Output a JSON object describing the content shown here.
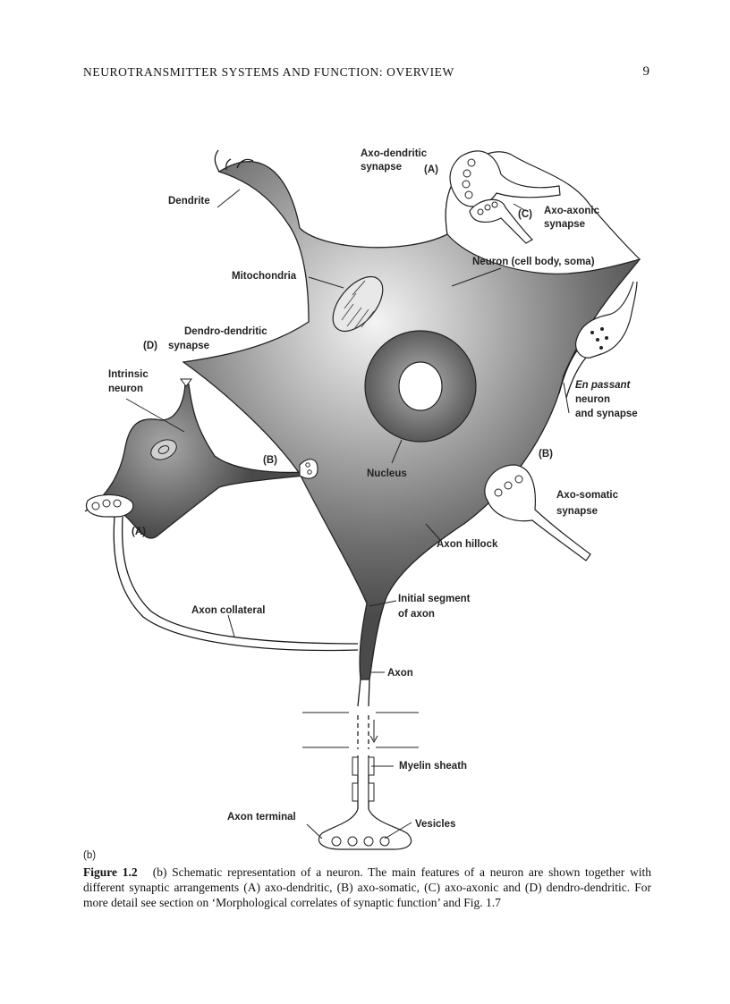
{
  "header": {
    "running_title": "NEUROTRANSMITTER SYSTEMS AND FUNCTION: OVERVIEW",
    "page_number": "9"
  },
  "figure": {
    "panel_label": "(b)",
    "labels": {
      "axo_dendritic_1": "Axo-dendritic",
      "axo_dendritic_2": "synapse",
      "marker_a_top": "(A)",
      "dendrite": "Dendrite",
      "marker_c": "(C)",
      "axo_axonic_1": "Axo-axonic",
      "axo_axonic_2": "synapse",
      "neuron_body": "Neuron (cell body, soma)",
      "mitochondria": "Mitochondria",
      "dendro_dendritic_1": "Dendro-dendritic",
      "marker_d": "(D)",
      "dendro_dendritic_2": "synapse",
      "intrinsic_1": "Intrinsic",
      "intrinsic_2": "neuron",
      "en_passant_1": "En passant",
      "en_passant_2": "neuron",
      "en_passant_3": "and synapse",
      "marker_b_left": "(B)",
      "marker_b_right": "(B)",
      "nucleus": "Nucleus",
      "axo_somatic_1": "Axo-somatic",
      "axo_somatic_2": "synapse",
      "marker_a_left": "(A)",
      "axon_hillock": "Axon hillock",
      "initial_segment_1": "Initial segment",
      "initial_segment_2": "of axon",
      "axon_collateral": "Axon collateral",
      "axon": "Axon",
      "myelin_sheath": "Myelin sheath",
      "axon_terminal": "Axon terminal",
      "vesicles": "Vesicles"
    }
  },
  "caption": {
    "label": "Figure 1.2",
    "text": "(b) Schematic representation of a neuron. The main features of a neuron are shown together with different synaptic arrangements (A) axo-dendritic, (B) axo-somatic, (C) axo-axonic and (D) dendro-dendritic. For more detail see section on ‘Morphological correlates of synaptic function’ and Fig. 1.7"
  }
}
